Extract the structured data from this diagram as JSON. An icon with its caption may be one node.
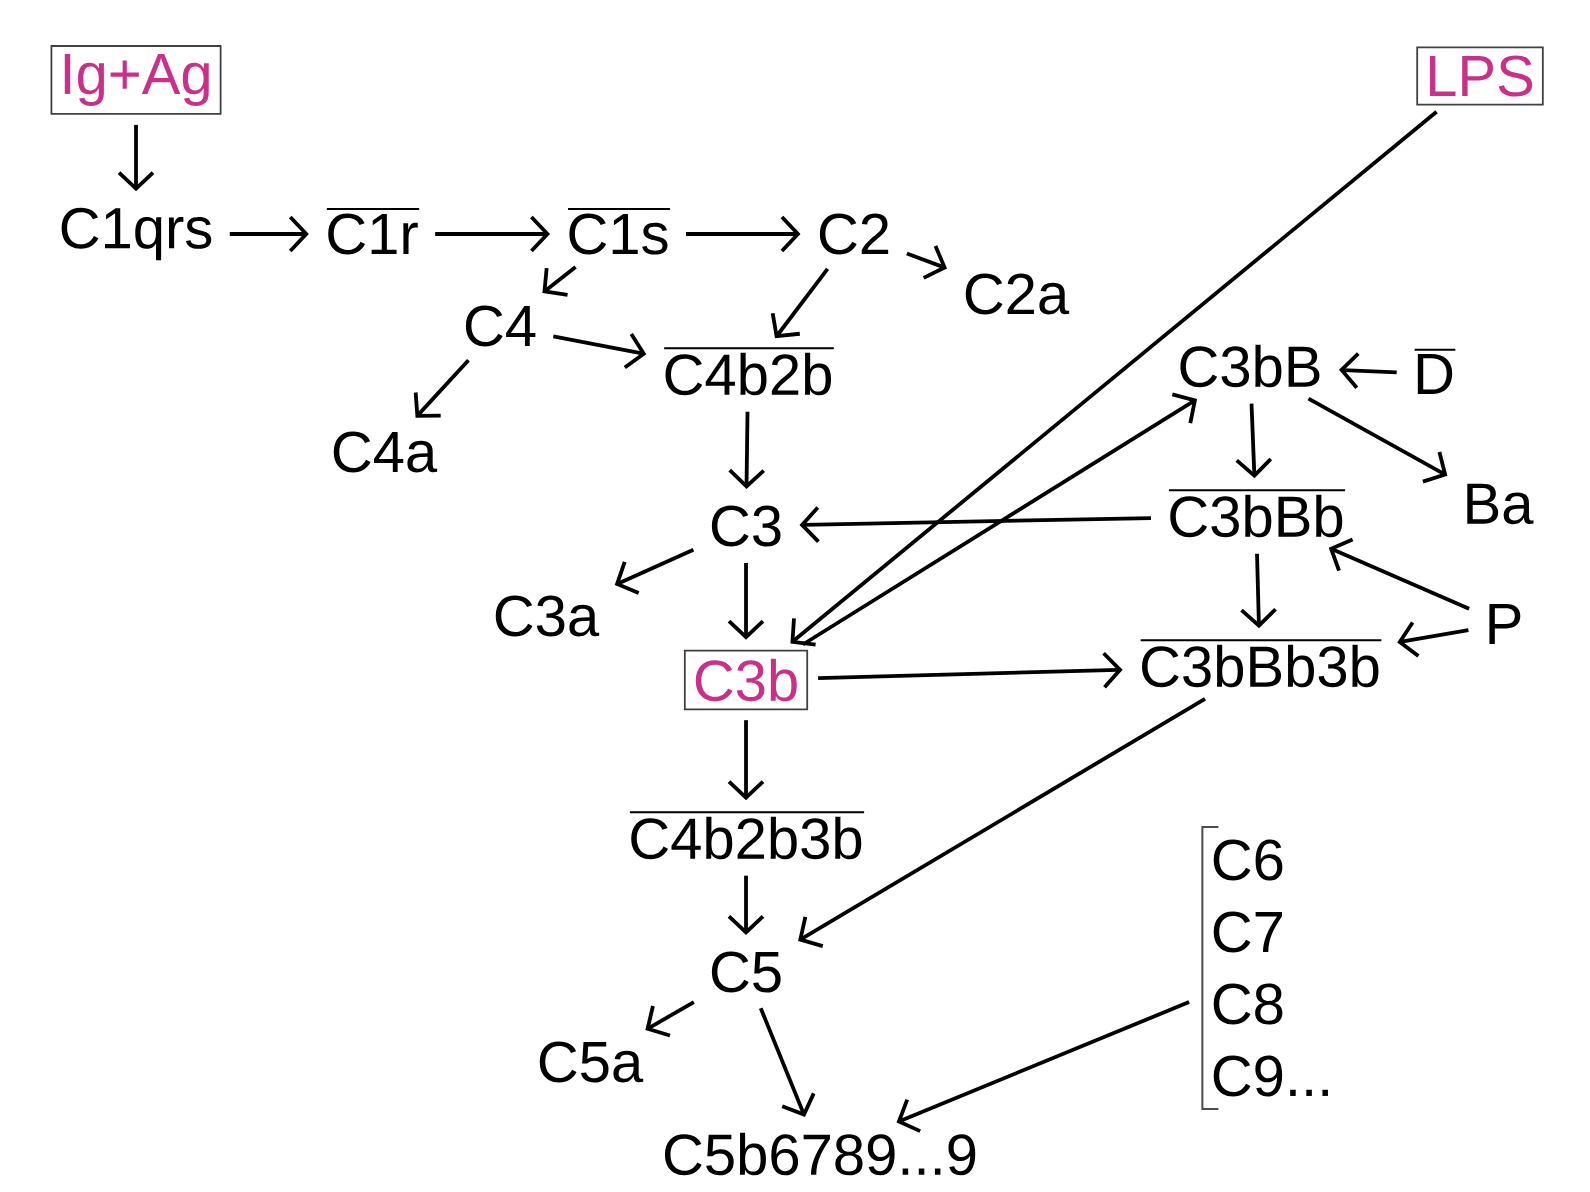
{
  "diagram": {
    "nodes": [
      {
        "text": [
          "Ig+Ag"
        ]
      },
      {
        "text": [
          "C1qrs"
        ]
      },
      {
        "text": [
          "C1r"
        ]
      },
      {
        "text": [
          "C1s"
        ]
      },
      {
        "text": [
          "C2"
        ]
      },
      {
        "text": [
          "C2a"
        ]
      },
      {
        "text": [
          "C4"
        ]
      },
      {
        "text": [
          "C4b2b"
        ]
      },
      {
        "text": [
          "C4a"
        ]
      },
      {
        "text": [
          "LPS"
        ]
      },
      {
        "text": [
          "C3bB"
        ]
      },
      {
        "text": [
          "D"
        ]
      },
      {
        "text": [
          "C3bBb"
        ]
      },
      {
        "text": [
          "Ba"
        ]
      },
      {
        "text": [
          "C3"
        ]
      },
      {
        "text": [
          "C3a"
        ]
      },
      {
        "text": [
          "C3b"
        ]
      },
      {
        "text": [
          "P"
        ]
      },
      {
        "text": [
          "C3bBb3b"
        ]
      },
      {
        "text": [
          "C4b2b3b"
        ]
      },
      {
        "text": [
          "C5"
        ]
      },
      {
        "text": [
          "C5a"
        ]
      },
      {
        "text": [
          "C6",
          "C7",
          "C8",
          "C9..."
        ]
      },
      {
        "text": [
          "C5b6789...9"
        ]
      }
    ],
    "edges": [
      {
        "from": 0,
        "to": 1,
        "arrow": "to"
      },
      {
        "from": 1,
        "to": 2,
        "arrow": "to"
      },
      {
        "from": 2,
        "to": 3,
        "arrow": "to"
      },
      {
        "from": 3,
        "to": 4,
        "arrow": "to"
      },
      {
        "from": 4,
        "to": 5,
        "arrow": "to"
      },
      {
        "from": 3,
        "to": 6,
        "arrow": "to"
      },
      {
        "from": 6,
        "to": 8,
        "arrow": "to"
      },
      {
        "from": 6,
        "to": 7,
        "arrow": "to"
      },
      {
        "from": 4,
        "to": 7,
        "arrow": "to"
      },
      {
        "from": 7,
        "to": 14,
        "arrow": "to"
      },
      {
        "from": 9,
        "to": 16,
        "arrow": "to"
      },
      {
        "from": 16,
        "to": 10,
        "arrow": "to"
      },
      {
        "from": 11,
        "to": 10,
        "arrow": "to"
      },
      {
        "from": 10,
        "to": 12,
        "arrow": "to"
      },
      {
        "from": 10,
        "to": 13,
        "arrow": "to"
      },
      {
        "from": 12,
        "to": 14,
        "arrow": "to"
      },
      {
        "from": 14,
        "to": 15,
        "arrow": "to"
      },
      {
        "from": 14,
        "to": 16,
        "arrow": "to"
      },
      {
        "from": 17,
        "to": 12,
        "arrow": "to"
      },
      {
        "from": 17,
        "to": 18,
        "arrow": "to"
      },
      {
        "from": 12,
        "to": 18,
        "arrow": "to"
      },
      {
        "from": 16,
        "to": 18,
        "arrow": "to"
      },
      {
        "from": 16,
        "to": 19,
        "arrow": "to"
      },
      {
        "from": 18,
        "to": 20,
        "arrow": "to"
      },
      {
        "from": 19,
        "to": 20,
        "arrow": "to"
      },
      {
        "from": 20,
        "to": 21,
        "arrow": "to"
      },
      {
        "from": 20,
        "to": 23,
        "arrow": "to"
      },
      {
        "from": 22,
        "to": 23,
        "arrow": "to"
      }
    ]
  }
}
